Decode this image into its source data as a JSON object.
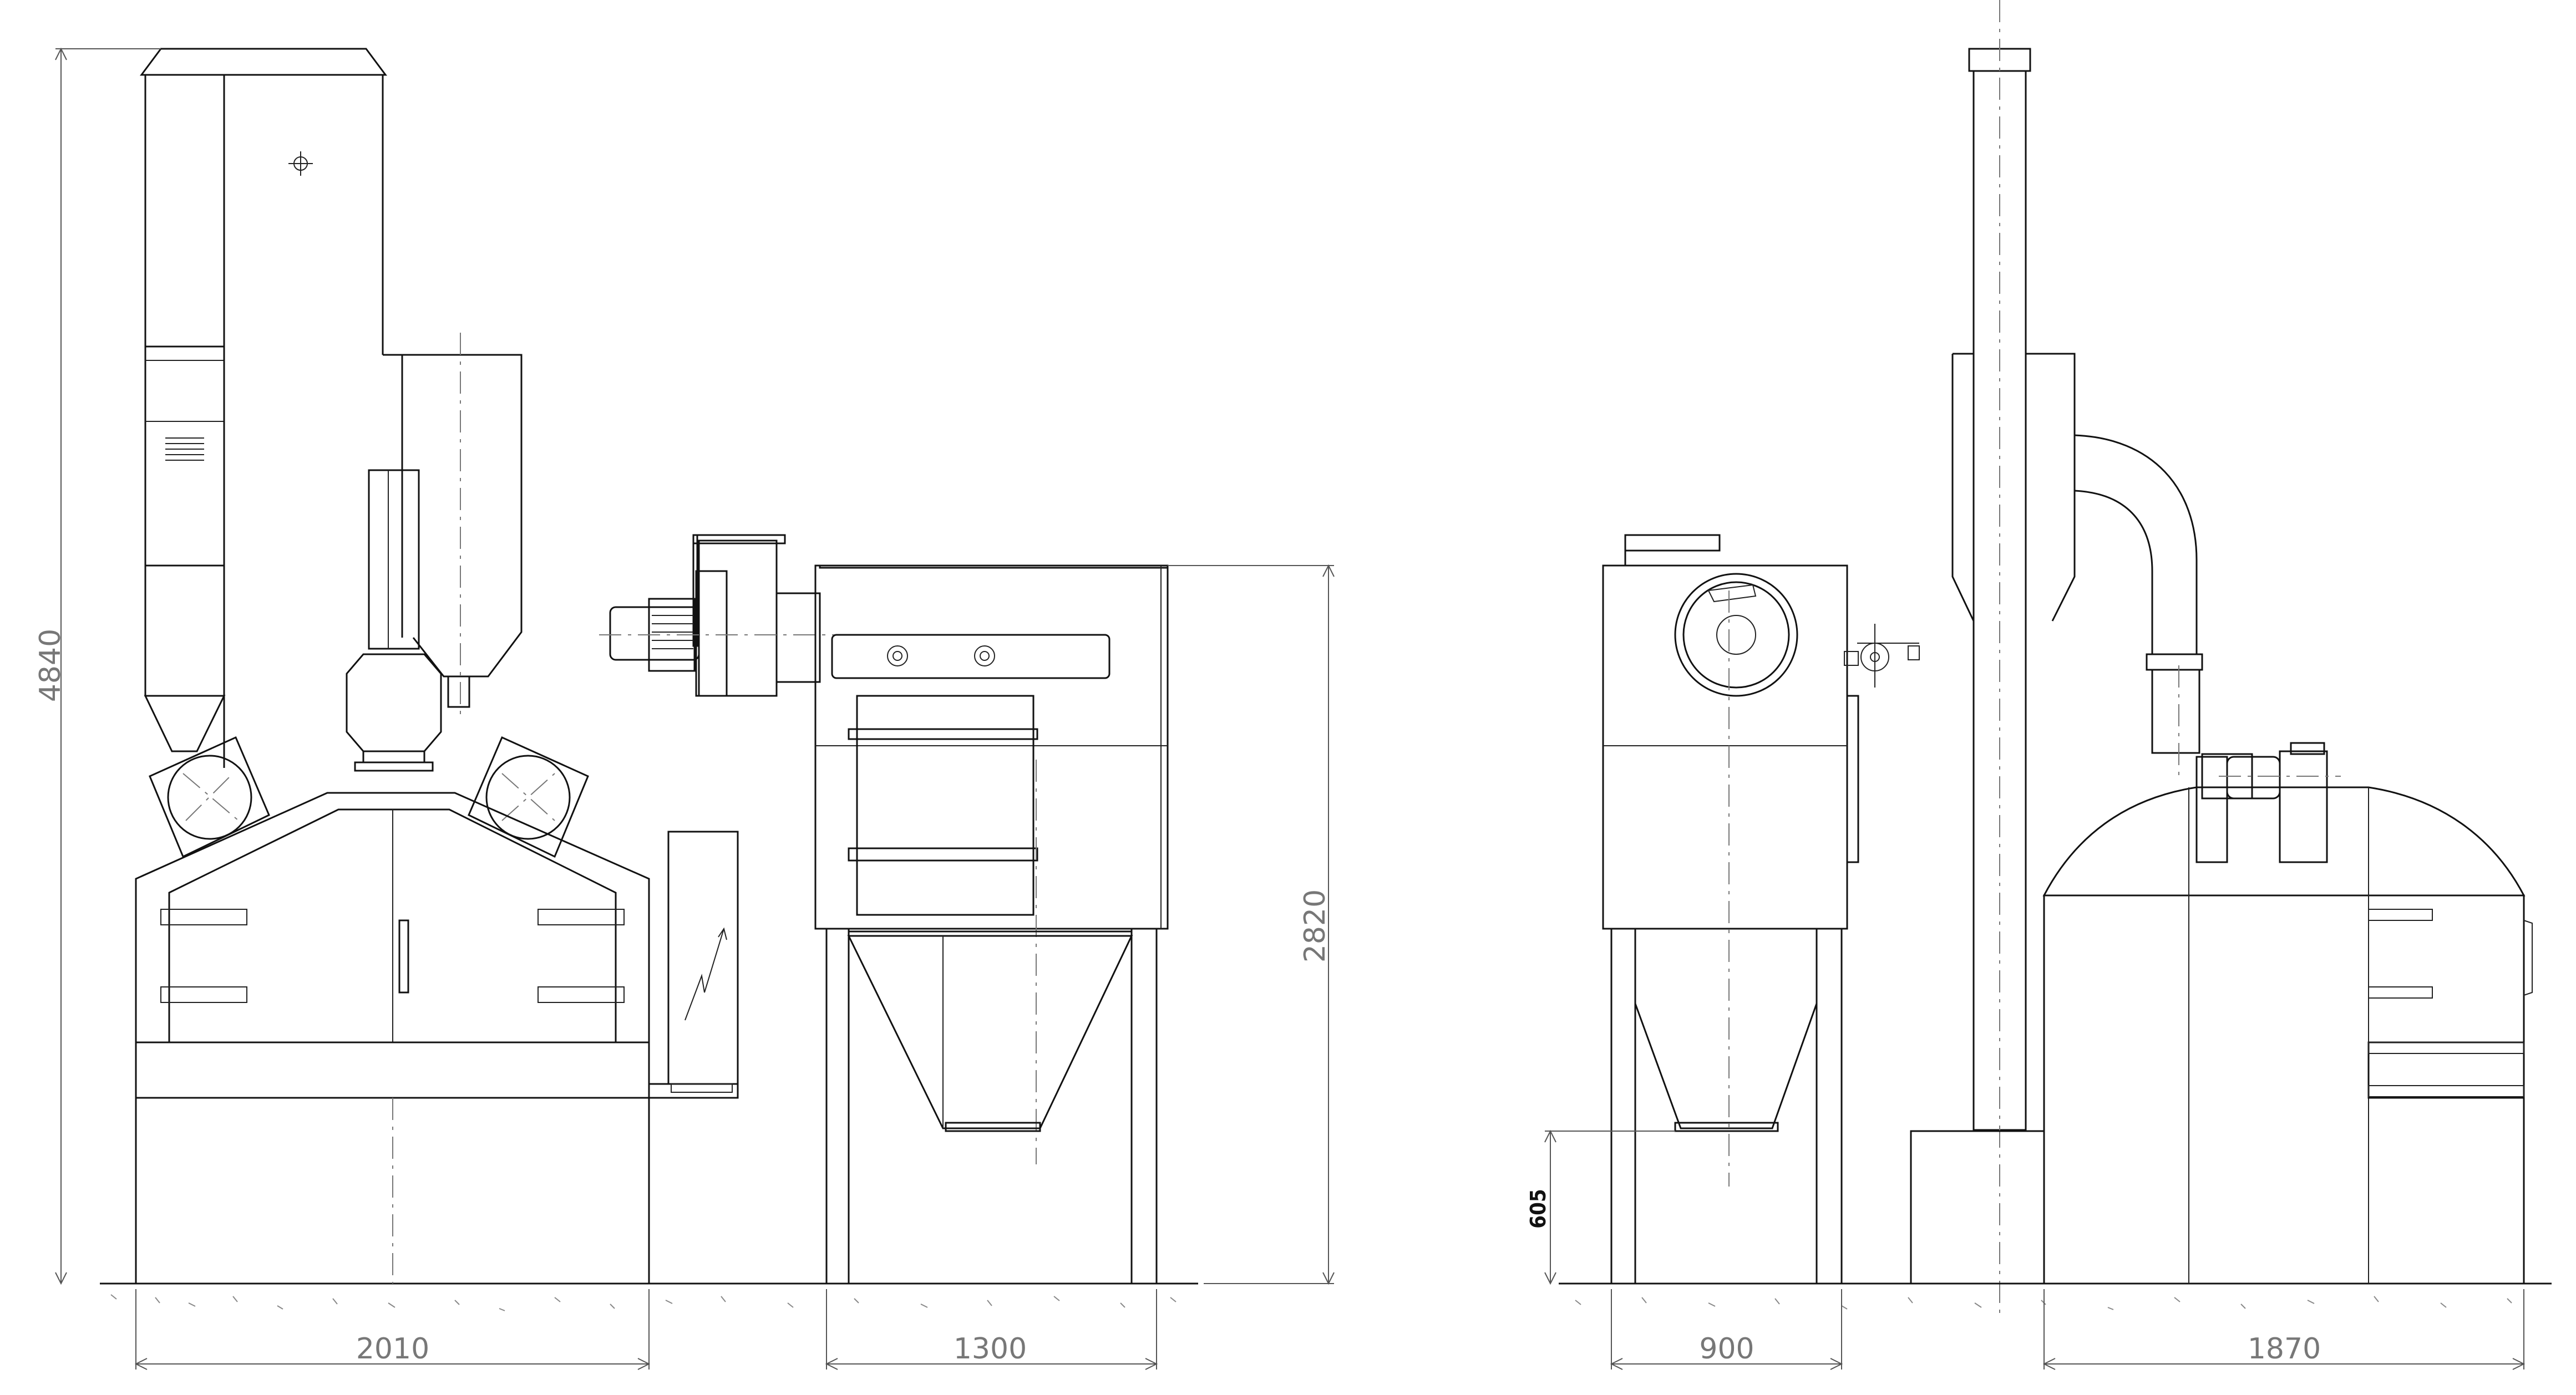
{
  "dimensions": {
    "total_height": "4840",
    "collector_height": "2820",
    "hopper_clearance": "605",
    "width_main_unit": "2010",
    "width_collector": "1300",
    "width_side_collector": "900",
    "width_side_main": "1870"
  },
  "colors": {
    "line": "#111111",
    "dimension_text": "#777777"
  }
}
